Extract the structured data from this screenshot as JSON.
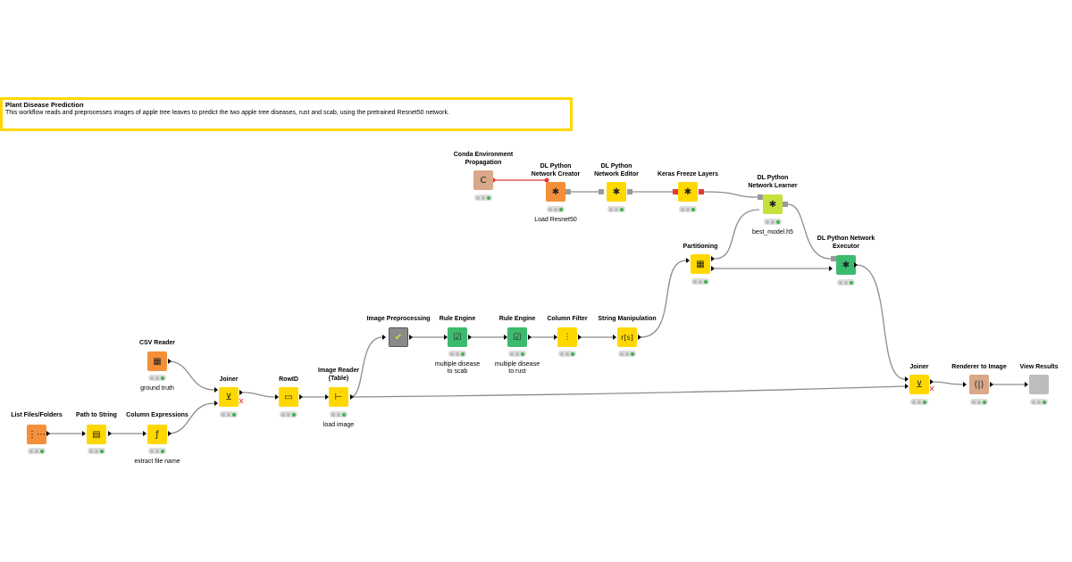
{
  "annotation": {
    "title": "Plant Disease Prediction",
    "text": "This workflow reads and preprocesses images of apple tree leaves to predict the two apple tree diseases, rust and scab, using the pretrained Resnet50 network."
  },
  "colors": {
    "source": "#f5903a",
    "manipulator": "#ffd800",
    "learner": "#c8e03c",
    "predictor": "#3cba6e",
    "visualizer": "#d8a888",
    "view": "#bdbdbd",
    "metanode": "#8a8a8a",
    "annotation_border": "#ffd800",
    "flowvariable_line": "#e8353a"
  },
  "nodes": {
    "list_files": {
      "title": "List Files/Folders",
      "caption": "",
      "icon": "folder-list-icon"
    },
    "path_to_string": {
      "title": "Path to String",
      "caption": "",
      "icon": "path-convert-icon"
    },
    "column_expressions": {
      "title": "Column Expressions",
      "caption": "extract file name",
      "icon": "expression-icon"
    },
    "csv_reader": {
      "title": "CSV Reader",
      "caption": "ground truth",
      "icon": "csv-file-icon"
    },
    "joiner1": {
      "title": "Joiner",
      "caption": "",
      "icon": "join-icon"
    },
    "rowid": {
      "title": "RowID",
      "caption": "",
      "icon": "rowid-icon"
    },
    "image_reader": {
      "title": "Image Reader\n(Table)",
      "title_1": "Image Reader",
      "title_2": "(Table)",
      "caption": "load image",
      "icon": "image-reader-icon"
    },
    "image_preprocessing": {
      "title": "Image Preprocessing",
      "caption": "",
      "icon": "check-icon"
    },
    "rule_engine1": {
      "title": "Rule Engine",
      "caption_1": "multiple disease",
      "caption_2": "to scab",
      "icon": "rule-icon"
    },
    "rule_engine2": {
      "title": "Rule Engine",
      "caption_1": "multiple disease",
      "caption_2": "to rust",
      "icon": "rule-icon"
    },
    "column_filter": {
      "title": "Column Filter",
      "caption": "",
      "icon": "filter-icon"
    },
    "string_manipulation": {
      "title": "String Manipulation",
      "caption": "",
      "icon": "string-icon"
    },
    "partitioning": {
      "title": "Partitioning",
      "caption": "",
      "icon": "partition-icon"
    },
    "conda": {
      "title_1": "Conda Environment",
      "title_2": "Propagation",
      "caption": "",
      "icon": "conda-icon"
    },
    "dl_creator": {
      "title_1": "DL Python",
      "title_2": "Network Creator",
      "caption": "Load Resnet50",
      "icon": "network-icon"
    },
    "dl_editor": {
      "title_1": "DL Python",
      "title_2": "Network Editor",
      "caption": "",
      "icon": "network-icon"
    },
    "keras_freeze": {
      "title": "Keras Freeze Layers",
      "caption": "",
      "icon": "network-icon"
    },
    "dl_learner": {
      "title_1": "DL Python",
      "title_2": "Network Learner",
      "caption": "best_model.h5",
      "icon": "network-icon"
    },
    "dl_executor": {
      "title_1": "DL Python Network",
      "title_2": "Executor",
      "caption": "",
      "icon": "network-icon"
    },
    "joiner2": {
      "title": "Joiner",
      "caption": "",
      "icon": "join-icon"
    },
    "renderer": {
      "title": "Renderer to Image",
      "caption": "",
      "icon": "renderer-icon"
    },
    "view_results": {
      "title": "View Results",
      "caption": "",
      "icon": "view-icon"
    }
  }
}
